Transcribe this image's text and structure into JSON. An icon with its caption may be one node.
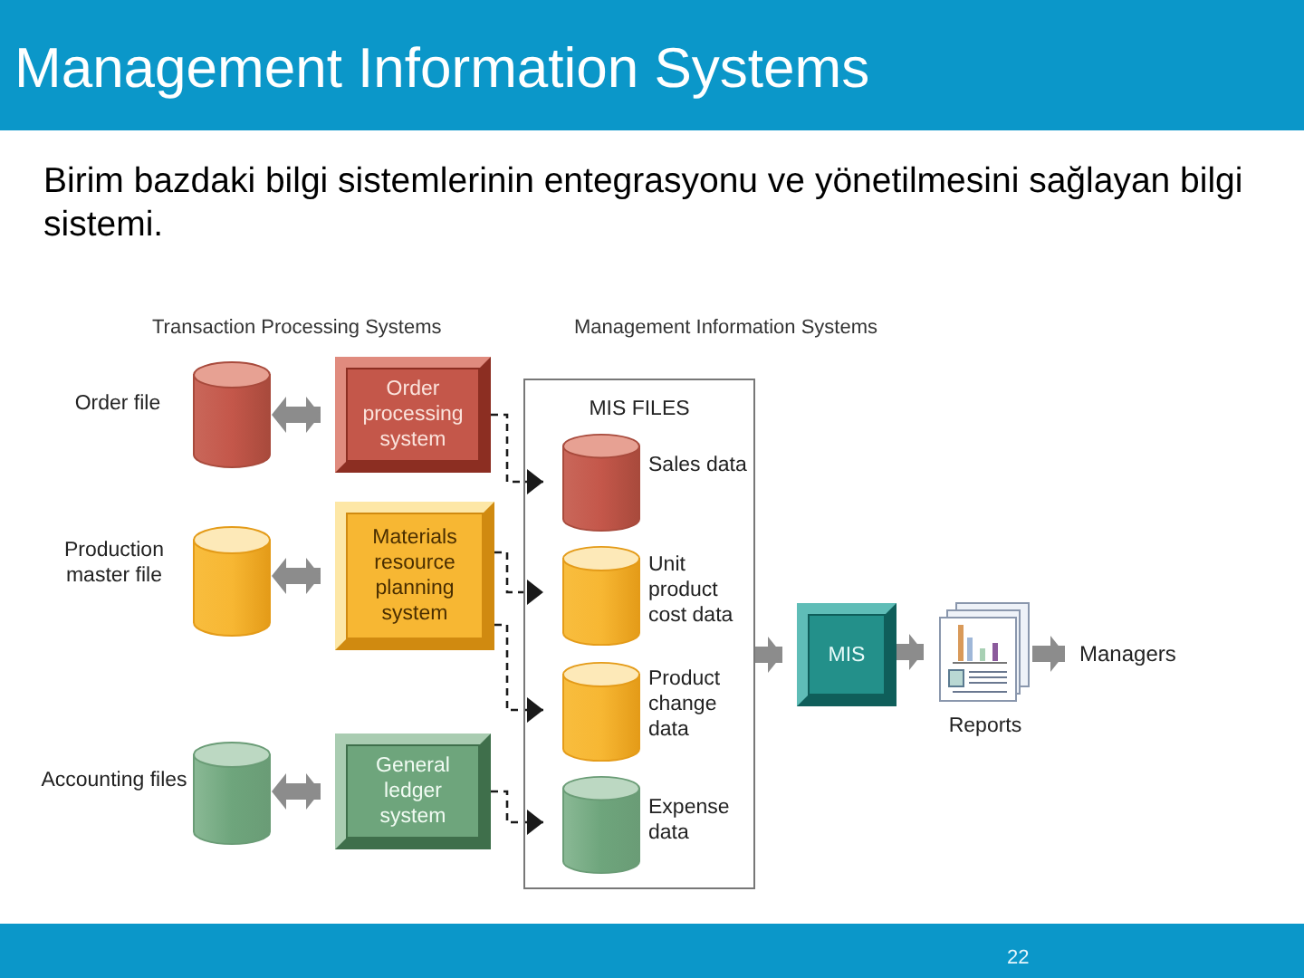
{
  "diagram": {
    "title": "Management Information Systems",
    "nodes": [
      {
        "text": [],
        "shape": "cylinder",
        "beside": [
          "Order file"
        ]
      },
      {
        "text": [
          "Order processing system"
        ]
      },
      {
        "text": [],
        "shape": "cylinder",
        "beside": [
          "Production master file"
        ]
      },
      {
        "text": [
          "Materials resource planning system"
        ]
      },
      {
        "text": [],
        "shape": "cylinder",
        "beside": [
          "Accounting files"
        ]
      },
      {
        "text": [
          "General ledger system"
        ]
      },
      {
        "text": [
          "MIS FILES"
        ]
      },
      {
        "text": [],
        "shape": "cylinder",
        "in": 6,
        "beside": [
          "Sales data"
        ]
      },
      {
        "text": [],
        "shape": "cylinder",
        "in": 6,
        "beside": [
          "Unit product cost data"
        ]
      },
      {
        "text": [],
        "shape": "cylinder",
        "in": 6,
        "beside": [
          "Product change data"
        ]
      },
      {
        "text": [],
        "shape": "cylinder",
        "in": 6,
        "beside": [
          "Expense data"
        ]
      },
      {
        "text": [
          "MIS"
        ]
      },
      {
        "text": [],
        "shape": "picture",
        "beside": [
          "Reports"
        ]
      },
      {
        "text": [
          "Managers"
        ]
      }
    ],
    "edges": [
      {
        "from": 0,
        "to": 1,
        "arrow": "both"
      },
      {
        "from": 2,
        "to": 3,
        "arrow": "both"
      },
      {
        "from": 4,
        "to": 5,
        "arrow": "both"
      },
      {
        "from": 1,
        "to": 7,
        "arrow": "to",
        "style": "dashed",
        "color": "#1a1a1a"
      },
      {
        "from": 3,
        "to": 8,
        "arrow": "to",
        "style": "dashed",
        "color": "#1a1a1a"
      },
      {
        "from": 3,
        "to": 9,
        "arrow": "to",
        "style": "dashed",
        "color": "#1a1a1a"
      },
      {
        "from": 5,
        "to": 10,
        "arrow": "to",
        "style": "dashed",
        "color": "#1a1a1a"
      },
      {
        "from": 6,
        "to": 11,
        "arrow": "to"
      },
      {
        "from": 11,
        "to": 12,
        "arrow": "to"
      },
      {
        "from": 12,
        "to": 13,
        "arrow": "to"
      }
    ],
    "labels": [
      "Birim bazdaki bilgi sistemlerinin entegrasyonu ve yönetilmesini sağlayan bilgi sistemi.",
      "Transaction Processing Systems",
      "Management Information Systems",
      "22"
    ]
  }
}
